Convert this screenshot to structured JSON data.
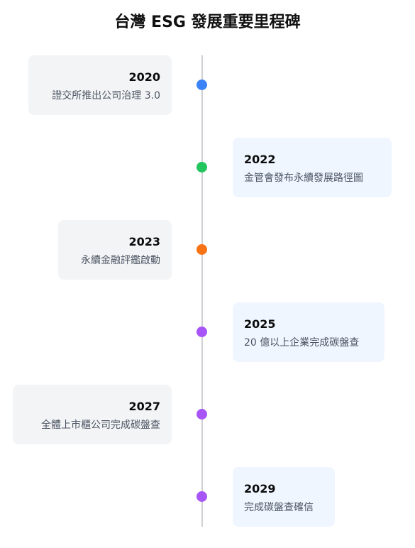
{
  "title": "台灣 ESG 發展重要里程碑",
  "milestones": [
    {
      "year": "2020",
      "text": "證交所推出公司治理 3.0",
      "color": "#3b82f6",
      "side": "left"
    },
    {
      "year": "2022",
      "text": "金管會發布永續發展路徑圖",
      "color": "#22c55e",
      "side": "right"
    },
    {
      "year": "2023",
      "text": "永續金融評鑑啟動",
      "color": "#f97316",
      "side": "left"
    },
    {
      "year": "2025",
      "text": "20 億以上企業完成碳盤查",
      "color": "#a855f7",
      "side": "right"
    },
    {
      "year": "2027",
      "text": "全體上市櫃公司完成碳盤查",
      "color": "#a855f7",
      "side": "left"
    },
    {
      "year": "2029",
      "text": "完成碳盤查確信",
      "color": "#a855f7",
      "side": "right"
    }
  ]
}
